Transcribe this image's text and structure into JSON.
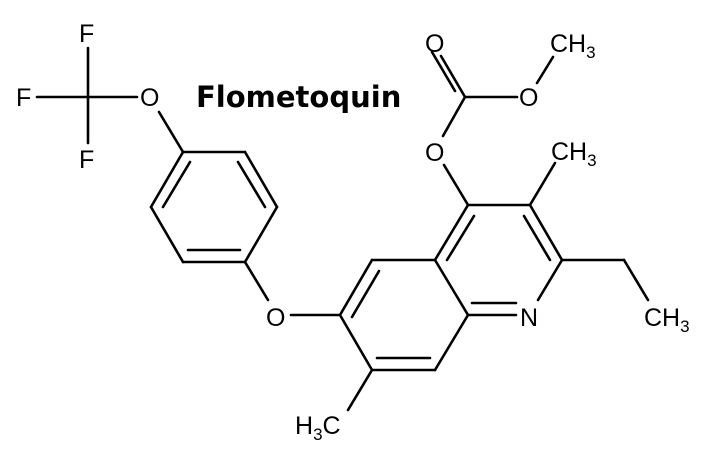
{
  "title": "Flometoquin",
  "atoms": {
    "f_top": "F",
    "f_left": "F",
    "f_bottom": "F",
    "o_ocf3": "O",
    "o_ether": "O",
    "o_c4": "O",
    "o_carbonyl": "O",
    "o_ester": "O",
    "ch3_ester": {
      "main": "CH",
      "sub": "3"
    },
    "ch3_c3": {
      "main": "CH",
      "sub": "3"
    },
    "ch3_ethyl": {
      "main": "CH",
      "sub": "3"
    },
    "h3c_c7": {
      "h": "H",
      "sub": "3",
      "c": "C"
    },
    "n_ring": "N"
  },
  "colors": {
    "stroke": "#000000",
    "background": "#ffffff"
  }
}
